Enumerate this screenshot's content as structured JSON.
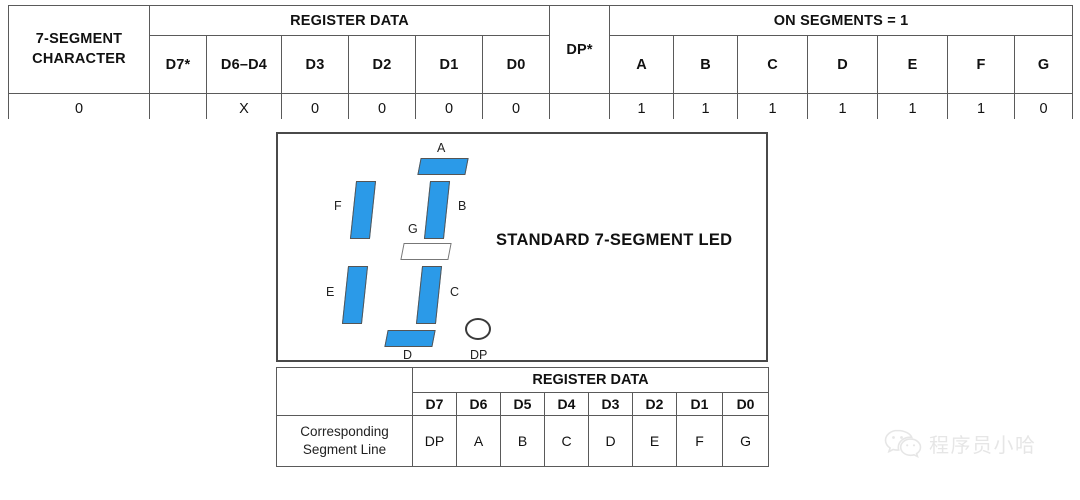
{
  "register_table": {
    "group_headers": [
      {
        "label": "7-SEGMENT CHARACTER",
        "line1": "7-SEGMENT",
        "line2": "CHARACTER"
      },
      {
        "label": "REGISTER DATA"
      },
      {
        "label": "ON SEGMENTS = 1"
      }
    ],
    "register_group_label": "REGISTER DATA",
    "on_segments_group_label": "ON SEGMENTS = 1",
    "char_header_line1": "7-SEGMENT",
    "char_header_line2": "CHARACTER",
    "sub_headers": [
      "D7*",
      "D6–D4",
      "D3",
      "D2",
      "D1",
      "D0",
      "DP*",
      "A",
      "B",
      "C",
      "D",
      "E",
      "F",
      "G"
    ],
    "rows": [
      {
        "character": "0",
        "cells": [
          "",
          "X",
          "0",
          "0",
          "0",
          "0",
          "",
          "1",
          "1",
          "1",
          "1",
          "1",
          "1",
          "0"
        ]
      }
    ]
  },
  "diagram": {
    "title": "STANDARD 7-SEGMENT LED",
    "segment_labels": {
      "a": "A",
      "b": "B",
      "c": "C",
      "d": "D",
      "e": "E",
      "f": "F",
      "g": "G",
      "dp": "DP"
    },
    "segment_states": {
      "a": "on",
      "b": "on",
      "c": "on",
      "d": "on",
      "e": "on",
      "f": "on",
      "g": "off",
      "dp": "off"
    },
    "colors": {
      "segment_on": "#2b9ae8",
      "segment_off": "#ffffff",
      "segment_border": "#555555",
      "box_border": "#4a4a4a"
    }
  },
  "segment_line_table": {
    "group_label": "REGISTER DATA",
    "bit_headers": [
      "D7",
      "D6",
      "D5",
      "D4",
      "D3",
      "D2",
      "D1",
      "D0"
    ],
    "row_label_line1": "Corresponding",
    "row_label_line2": "Segment Line",
    "segment_lines": [
      "DP",
      "A",
      "B",
      "C",
      "D",
      "E",
      "F",
      "G"
    ]
  },
  "watermark": {
    "icon": "wechat-icon",
    "text": "程序员小哈"
  }
}
